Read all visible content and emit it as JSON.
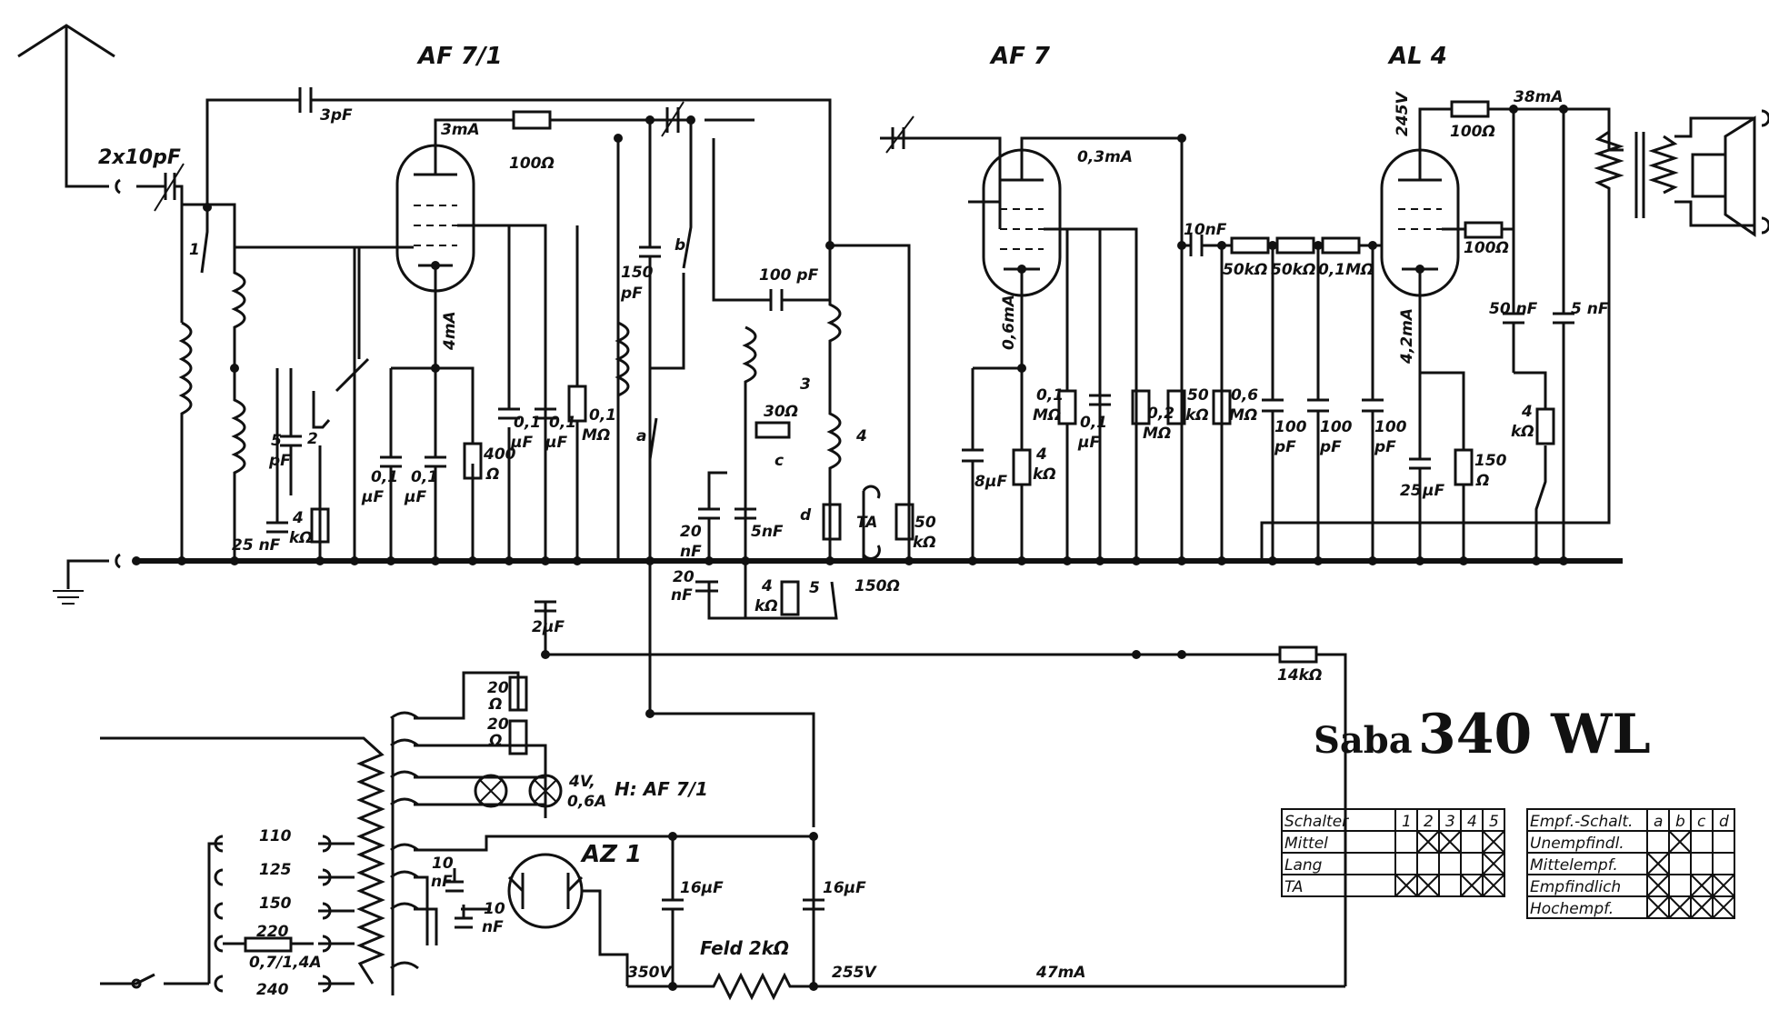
{
  "title": {
    "brand": "Saba",
    "model": "340 WL"
  },
  "tubes": [
    {
      "id": "af71",
      "label": "AF 7/1"
    },
    {
      "id": "af7",
      "label": "AF 7"
    },
    {
      "id": "al4",
      "label": "AL 4"
    },
    {
      "id": "az1",
      "label": "AZ 1"
    }
  ],
  "labels": {
    "antenna_cap": "2x10pF",
    "c3pf": "3pF",
    "i3ma": "3mA",
    "r100a": "100Ω",
    "c150pf_a": "150",
    "c150pf_b": "pF",
    "c100pf": "100 pF",
    "i03ma": "0,3mA",
    "c10nf": "10nF",
    "i38ma": "38mA",
    "v245": "245V",
    "r100b": "100Ω",
    "r100c": "100Ω",
    "r50k1": "50kΩ",
    "r50k2": "50kΩ",
    "r01m": "0,1MΩ",
    "i4ma": "4mA",
    "i06ma": "0,6mA",
    "i42ma": "4,2mA",
    "c50nf": "50 nF",
    "c5nf_r": "5 nF",
    "r30": "30Ω",
    "sw_b": "b",
    "sw_a": "a",
    "sw_c": "c",
    "sw_d": "d",
    "sw1": "1",
    "sw2": "2",
    "sw3": "3",
    "sw4": "4",
    "sw5": "5",
    "c5pf": "5",
    "c5pf_u": "pF",
    "c25nf": "25 nF",
    "r4k_a": "4",
    "r4k_a_u": "kΩ",
    "c01_a": "0,1",
    "c01_b": "0,1",
    "c01_c": "0,1",
    "c01_d": "0,1",
    "u_uf": "μF",
    "r400": "400",
    "r400_u": "Ω",
    "r01m_b": "0,1",
    "r01m_b_u": "MΩ",
    "c20nf_a": "20",
    "c20nf_b": "20",
    "u_nf": "nF",
    "c5nf": "5nF",
    "r4k_b": "4",
    "r4k_b_u": "kΩ",
    "ta": "TA",
    "r50k_ta": "50",
    "r50k_ta_u": "kΩ",
    "r150": "150Ω",
    "c8uf": "8μF",
    "r01m_c": "0,1",
    "r01m_c_u": "MΩ",
    "r4k_c": "4",
    "r4k_c_u": "kΩ",
    "c01_e": "0,1",
    "r02m": "0,2",
    "r02m_u": "MΩ",
    "r50k_d": "50",
    "r50k_d_u": "kΩ",
    "r06m": "0,6",
    "r06m_u": "MΩ",
    "c100_a": "100",
    "c100_b": "100",
    "c100_c": "100",
    "u_pf": "pF",
    "c25uf": "25",
    "r150b": "150",
    "r150b_u": "Ω",
    "r4k_d": "4",
    "r4k_d_u": "kΩ",
    "c2uf": "2μF",
    "r14k": "14kΩ",
    "r20a": "20",
    "r20b": "20",
    "u_ohm": "Ω",
    "lamp": "4V,",
    "lamp2": "0,6A",
    "heater": "H: AF 7/1",
    "c10nf_a": "10",
    "c10nf_b": "10",
    "c16uf_a": "16μF",
    "c16uf_b": "16μF",
    "v110": "110",
    "v125": "125",
    "v150": "150",
    "v220": "220",
    "v240": "240",
    "fuse": "0,7/1,4A",
    "feld": "Feld 2kΩ",
    "v350": "350V",
    "v255": "255V",
    "i47ma": "47mA"
  },
  "switch_table": {
    "header": [
      "Schalter",
      "1",
      "2",
      "3",
      "4",
      "5"
    ],
    "rows": [
      {
        "name": "Mittel",
        "marks": [
          false,
          true,
          true,
          false,
          true
        ]
      },
      {
        "name": "Lang",
        "marks": [
          false,
          false,
          false,
          false,
          true
        ]
      },
      {
        "name": "TA",
        "marks": [
          true,
          true,
          false,
          true,
          true
        ]
      }
    ]
  },
  "sensitivity_table": {
    "header": [
      "Empf.-Schalt.",
      "a",
      "b",
      "c",
      "d"
    ],
    "rows": [
      {
        "name": "Unempfindl.",
        "marks": [
          false,
          true,
          false,
          false
        ]
      },
      {
        "name": "Mittelempf.",
        "marks": [
          true,
          false,
          false,
          false
        ]
      },
      {
        "name": "Empfindlich",
        "marks": [
          true,
          false,
          true,
          true
        ]
      },
      {
        "name": "Hochempf.",
        "marks": [
          true,
          true,
          true,
          true
        ]
      }
    ]
  }
}
